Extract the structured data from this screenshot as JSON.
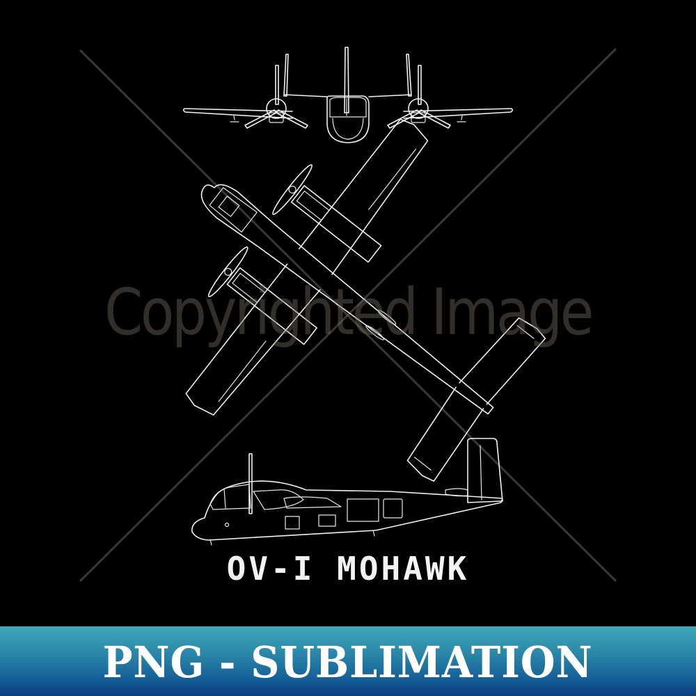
{
  "artwork": {
    "title": "OV-I MOHAWK",
    "views": [
      "front-view",
      "top-view",
      "side-view"
    ],
    "line_color": "#f2f2f2",
    "background_color": "#000000"
  },
  "watermark": {
    "text": "Copyrighted Image",
    "color": "#6e645c"
  },
  "banner": {
    "label": "PNG - SUBLIMATION",
    "gradient_top": "#41a8ba",
    "gradient_bottom": "#0b3c84",
    "text_color": "#ffffff"
  }
}
